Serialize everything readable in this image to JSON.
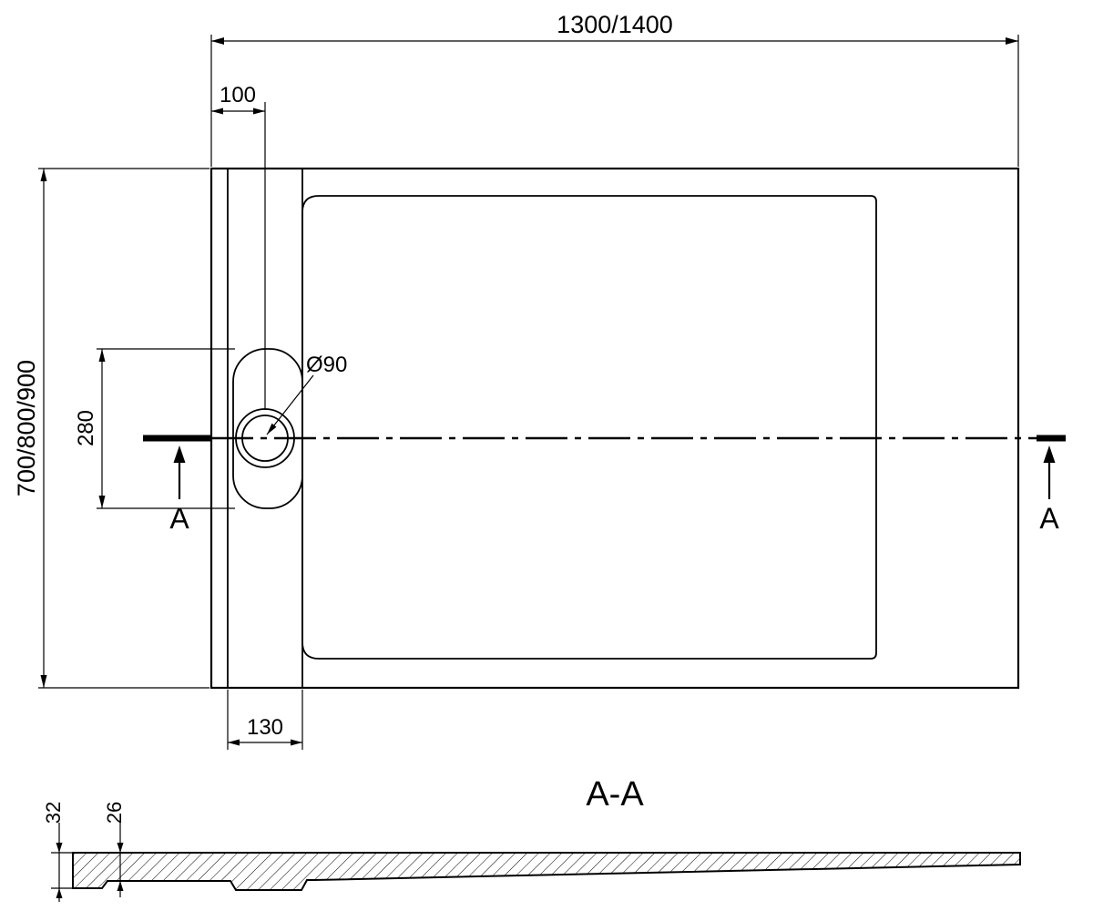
{
  "drawing": {
    "background": "#ffffff",
    "line_color": "#000000",
    "top_view": {
      "width_label": "1300/1400",
      "drain_offset_label": "100",
      "depth_label": "700/800/900",
      "drain_slot_label": "280",
      "drain_diameter_label": "Ø90",
      "channel_width_label": "130",
      "section_marker_left": "A",
      "section_marker_right": "A"
    },
    "section_view": {
      "title": "A-A",
      "edge_height_label": "32",
      "floor_height_label": "26"
    }
  }
}
